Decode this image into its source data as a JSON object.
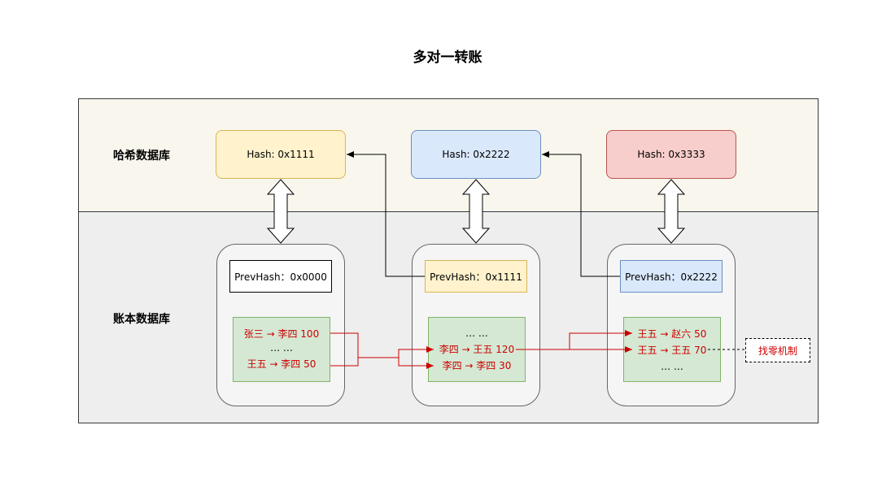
{
  "title": "多对一转账",
  "bands": {
    "hash_db": "哈希数据库",
    "ledger_db": "账本数据库"
  },
  "hashes": [
    "Hash: 0x1111",
    "Hash: 0x2222",
    "Hash: 0x3333"
  ],
  "blocks": [
    {
      "prev_hash": "PrevHash：0x0000",
      "lines": [
        "张三 → 李四   100",
        "… …",
        "王五 → 李四   50"
      ]
    },
    {
      "prev_hash": "PrevHash：0x1111",
      "lines": [
        "… …",
        "李四 → 王五   120",
        "李四 → 李四   30"
      ]
    },
    {
      "prev_hash": "PrevHash：0x2222",
      "lines": [
        "王五 → 赵六   50",
        "王五 → 王五   70",
        "… …"
      ]
    }
  ],
  "change_mechanism": "找零机制",
  "colors": {
    "hash_fill": [
      "#fff2cc",
      "#dae8fc",
      "#f8cecc"
    ],
    "hash_stroke": [
      "#d6b656",
      "#6c8ebf",
      "#b85450"
    ],
    "prev_fill": [
      "#ffffff",
      "#fff2cc",
      "#dae8fc"
    ],
    "prev_stroke": [
      "#000000",
      "#d6b656",
      "#6c8ebf"
    ],
    "transfer_arrow": "#cc0000"
  }
}
